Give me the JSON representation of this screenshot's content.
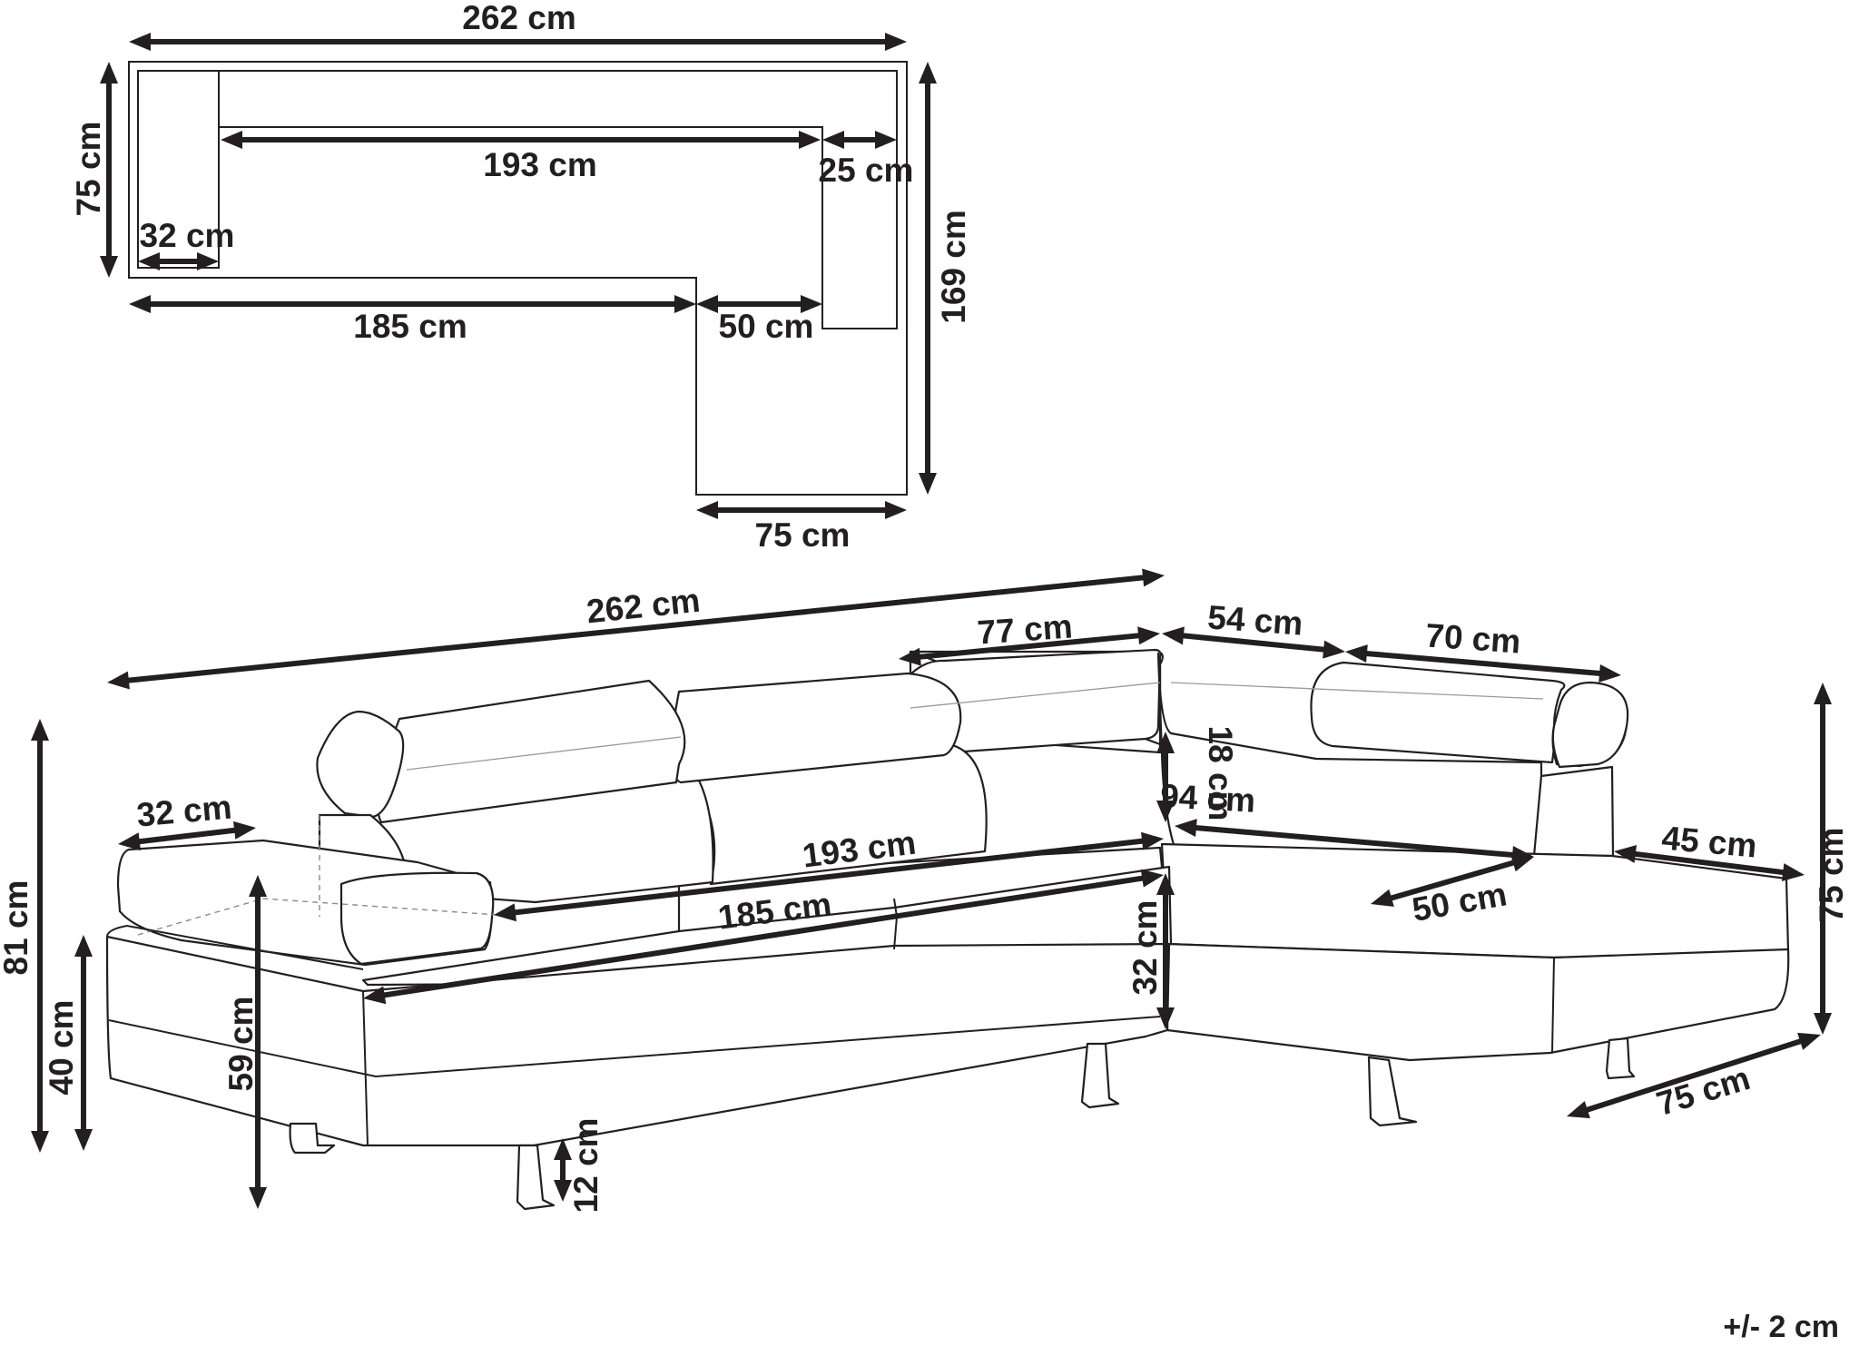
{
  "plan_view": {
    "overall_width": "262 cm",
    "depth_left": "75 cm",
    "back_inner": "193 cm",
    "armrest_right": "25 cm",
    "armrest_left": "32 cm",
    "front_seat": "185 cm",
    "chaise_inner": "50 cm",
    "overall_depth": "169 cm",
    "chaise_width": "75 cm"
  },
  "side_view": {
    "overall_width": "262 cm",
    "corner_back": "77 cm",
    "corner_side": "54 cm",
    "chaise_back": "70 cm",
    "armrest_width": "32 cm",
    "backrest_inner": "193 cm",
    "backrest_height": "18 cm",
    "chaise_depth": "94 cm",
    "chaise_end": "45 cm",
    "seat_width": "185 cm",
    "seat_height": "32 cm",
    "chaise_inner": "50 cm",
    "total_height": "81 cm",
    "base_height": "40 cm",
    "arm_height": "59 cm",
    "leg_height": "12 cm",
    "chaise_height": "75 cm",
    "chaise_width": "75 cm"
  },
  "tolerance": "+/- 2 cm"
}
